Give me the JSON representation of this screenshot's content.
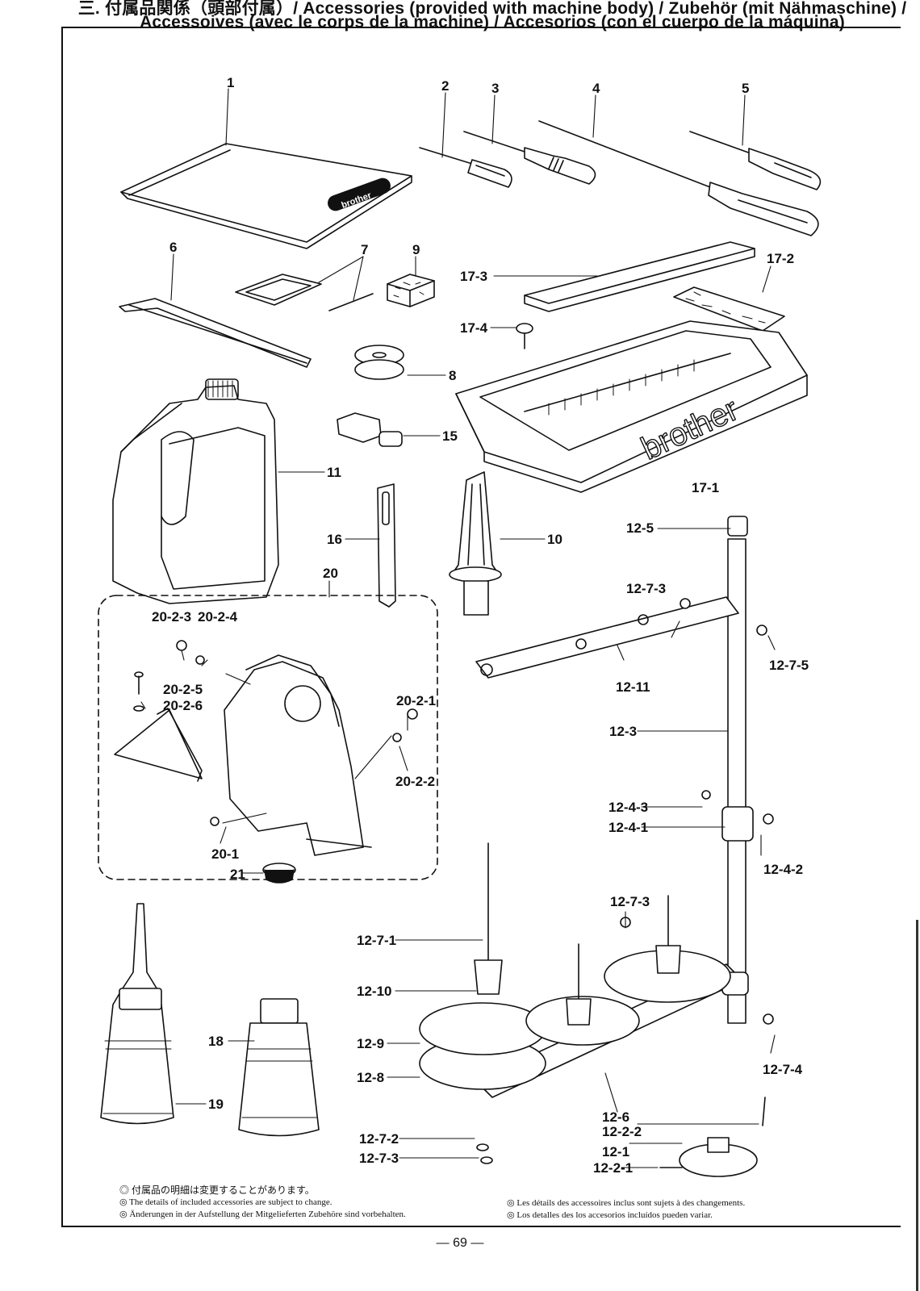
{
  "header": {
    "line1": "三. 付属品関係（頭部付属）/ Accessories (provided with machine body) / Zubehör (mit Nähmaschine) /",
    "line2": "Accessoives (avec le corps de la machine) / Accesorios (con el cuerpo de la máquina)"
  },
  "brand_text": "brother",
  "callouts": {
    "c1": "1",
    "c2": "2",
    "c3": "3",
    "c4": "4",
    "c5": "5",
    "c6": "6",
    "c7": "7",
    "c8": "8",
    "c9": "9",
    "c10": "10",
    "c11": "11",
    "c15": "15",
    "c16": "16",
    "c18": "18",
    "c19": "19",
    "c20": "20",
    "c21": "21",
    "c17_1": "17-1",
    "c17_2": "17-2",
    "c17_3": "17-3",
    "c17_4": "17-4",
    "c20_1": "20-1",
    "c20_2_1": "20-2-1",
    "c20_2_2": "20-2-2",
    "c20_2_3": "20-2-3",
    "c20_2_4": "20-2-4",
    "c20_2_5": "20-2-5",
    "c20_2_6": "20-2-6",
    "c12_1": "12-1",
    "c12_2_1": "12-2-1",
    "c12_2_2": "12-2-2",
    "c12_3": "12-3",
    "c12_4_1": "12-4-1",
    "c12_4_2": "12-4-2",
    "c12_4_3": "12-4-3",
    "c12_5": "12-5",
    "c12_6": "12-6",
    "c12_7_1": "12-7-1",
    "c12_7_2": "12-7-2",
    "c12_7_3a": "12-7-3",
    "c12_7_3b": "12-7-3",
    "c12_7_3c": "12-7-3",
    "c12_7_4": "12-7-4",
    "c12_7_5": "12-7-5",
    "c12_8": "12-8",
    "c12_9": "12-9",
    "c12_10": "12-10",
    "c12_11": "12-11"
  },
  "notes": {
    "jp": "◎ 付属品の明細は変更することがあります。",
    "en": "◎ The details of included accessories are subject to change.",
    "de": "◎ Änderungen in der Aufstellung der Mitgelieferten Zubehöre sind vorbehalten.",
    "fr": "◎ Les détails des accessoires inclus sont sujets à des changements.",
    "es": "◎ Los detalles des los accesorios incluídos pueden variar."
  },
  "page_number": "— 69 —"
}
